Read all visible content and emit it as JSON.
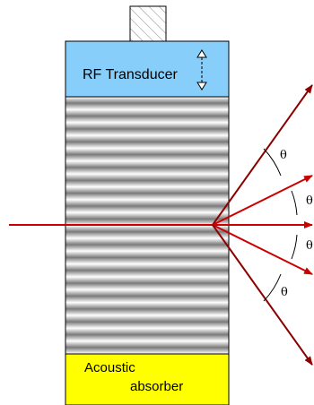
{
  "transducer": {
    "label": "RF Transducer",
    "color": "#87cefa"
  },
  "absorber": {
    "line1": "Acoustic",
    "line2": "absorber",
    "color": "#ffff00"
  },
  "angles": [
    "θ",
    "θ",
    "θ",
    "θ"
  ],
  "colors": {
    "beam": "#cc0000",
    "diffracted": "#8b0000",
    "outline": "#000000"
  }
}
